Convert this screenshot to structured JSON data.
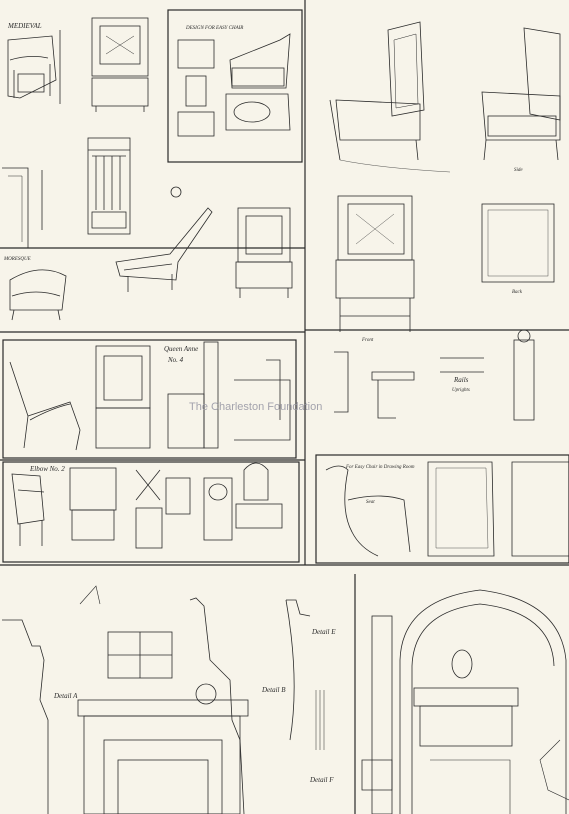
{
  "watermark": "The Charleston Foundation",
  "labels": {
    "medieval": "MEDIEVAL",
    "design_easy_chair": "DESIGN FOR EASY CHAIR",
    "moresque": "MORESQUE",
    "queen_anne": "Queen Anne",
    "no4": "No. 4",
    "elbow_no2": "Elbow No. 2",
    "rails": "Rails",
    "uprights": "Uprights",
    "front": "Front",
    "side": "Side",
    "back": "Back",
    "for_easy_chair": "For Easy Chair in Drawing Room",
    "seat": "Seat",
    "detail_a": "Detail A",
    "detail_b": "Detail B",
    "detail_e": "Detail E",
    "detail_f": "Detail F"
  },
  "colors": {
    "paper": "#f7f4ea",
    "ink": "#2a2a2a",
    "watermark": "#9a9aa6"
  }
}
